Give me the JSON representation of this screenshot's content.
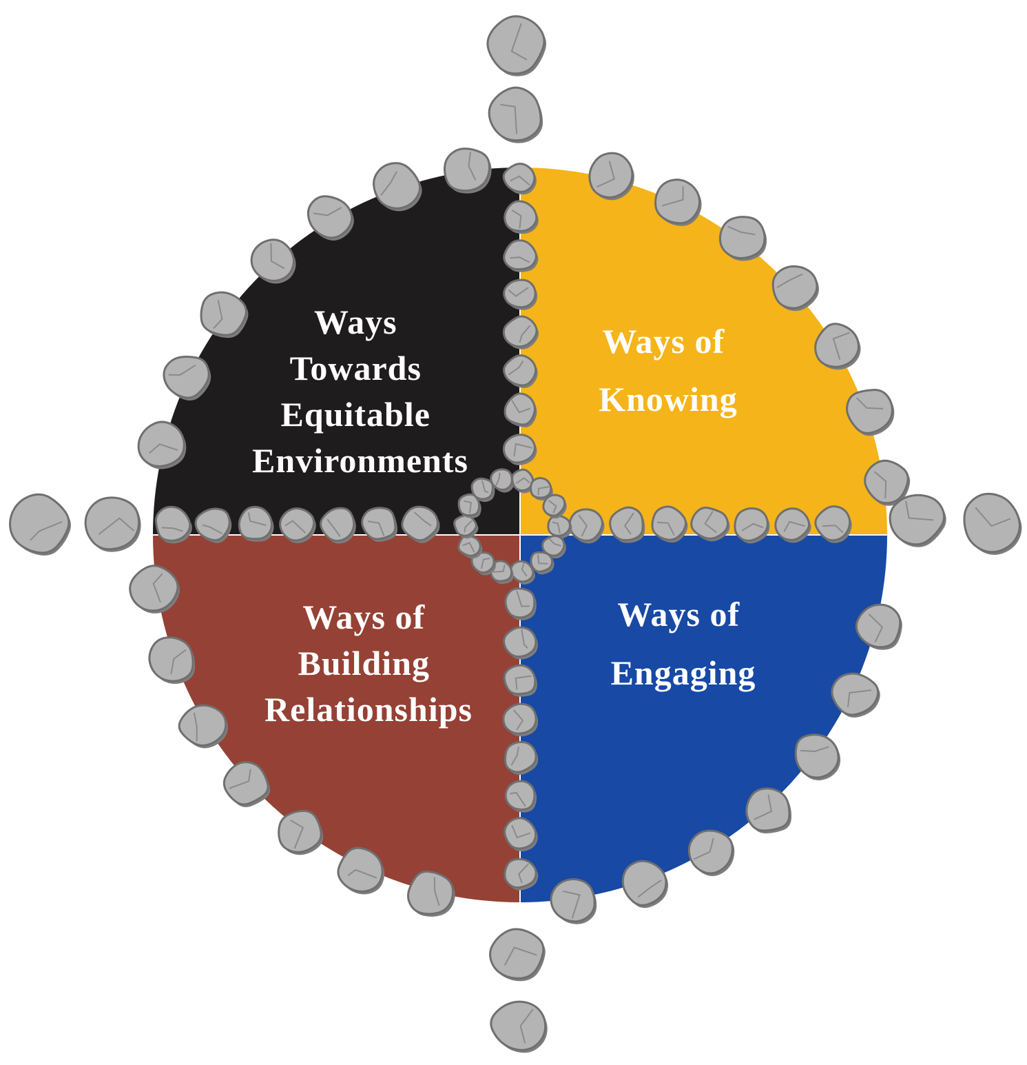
{
  "colors": {
    "top_left": "#1f1c1d",
    "top_right": "#f5b41a",
    "bottom_left": "#954135",
    "bottom_right": "#1749a5",
    "stone_fill": "#b4b4b4",
    "stone_outline": "#6f6f6f",
    "label_text": "#ffffff"
  },
  "icons": {
    "stone": "river-stone-icon"
  },
  "quadrants": {
    "top_left": {
      "lines": [
        "Ways",
        "Towards",
        "Equitable",
        "Environments"
      ]
    },
    "top_right": {
      "lines": [
        "Ways of",
        "Knowing"
      ]
    },
    "bottom_left": {
      "lines": [
        "Ways of",
        "Building",
        "Relationships"
      ]
    },
    "bottom_right": {
      "lines": [
        "Ways of",
        "Engaging"
      ]
    }
  }
}
